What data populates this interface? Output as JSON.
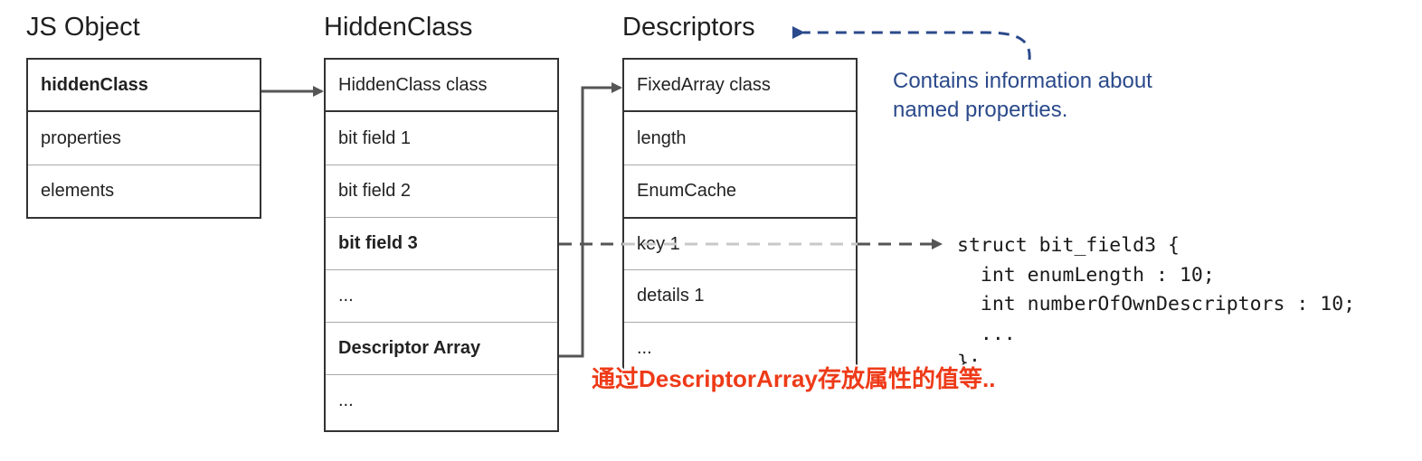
{
  "titles": {
    "js_object": "JS Object",
    "hidden_class": "HiddenClass",
    "descriptors": "Descriptors"
  },
  "js_object_cells": [
    "hiddenClass",
    "properties",
    "elements"
  ],
  "hidden_class_cells": [
    "HiddenClass class",
    "bit field 1",
    "bit field 2",
    "bit field 3",
    "...",
    "Descriptor Array",
    "..."
  ],
  "descriptor_cells": [
    "FixedArray class",
    "length",
    "EnumCache",
    "key 1",
    "details 1",
    "..."
  ],
  "note": "Contains information about\nnamed properties.",
  "code": "struct bit_field3 {\n  int enumLength : 10;\n  int numberOfOwnDescriptors : 10;\n  ...\n};",
  "overlay_caption": "通过DescriptorArray存放属性的值等..",
  "colors": {
    "arrow": "#555555",
    "note": "#2b4a8b",
    "overlay": "#ee3a18",
    "dashed_light": "#c8c8c8"
  }
}
